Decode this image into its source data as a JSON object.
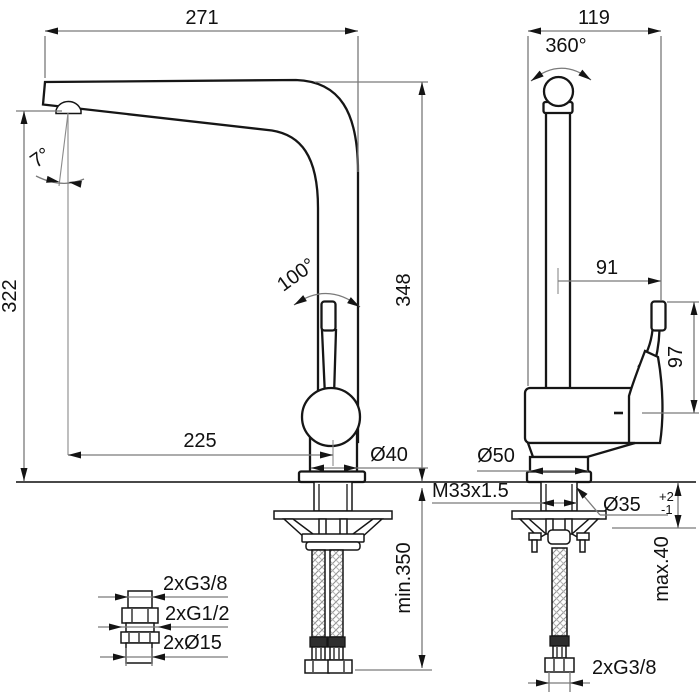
{
  "front_view": {
    "spout_reach": "271",
    "spout_height": "322",
    "overall_height": "348",
    "outlet_projection": "225",
    "spout_tilt_angle": "7°",
    "handle_swing_angle": "100°",
    "body_diameter": "Ø40",
    "hose_min_length": "min.350"
  },
  "side_view": {
    "depth": "119",
    "swivel_angle": "360°",
    "handle_offset": "91",
    "handle_height": "97",
    "base_diameter": "Ø50",
    "mounting_thread": "M33x1.5",
    "hole_diameter": "Ø35",
    "hole_tolerance_plus": "+2",
    "hole_tolerance_minus": "-1",
    "deck_max_thickness": "max.40",
    "hose_thread": "2xG3/8"
  },
  "adapter_detail": {
    "thread_top": "2xG3/8",
    "thread_mid": "2xG1/2",
    "pipe_diameter": "2xØ15"
  }
}
